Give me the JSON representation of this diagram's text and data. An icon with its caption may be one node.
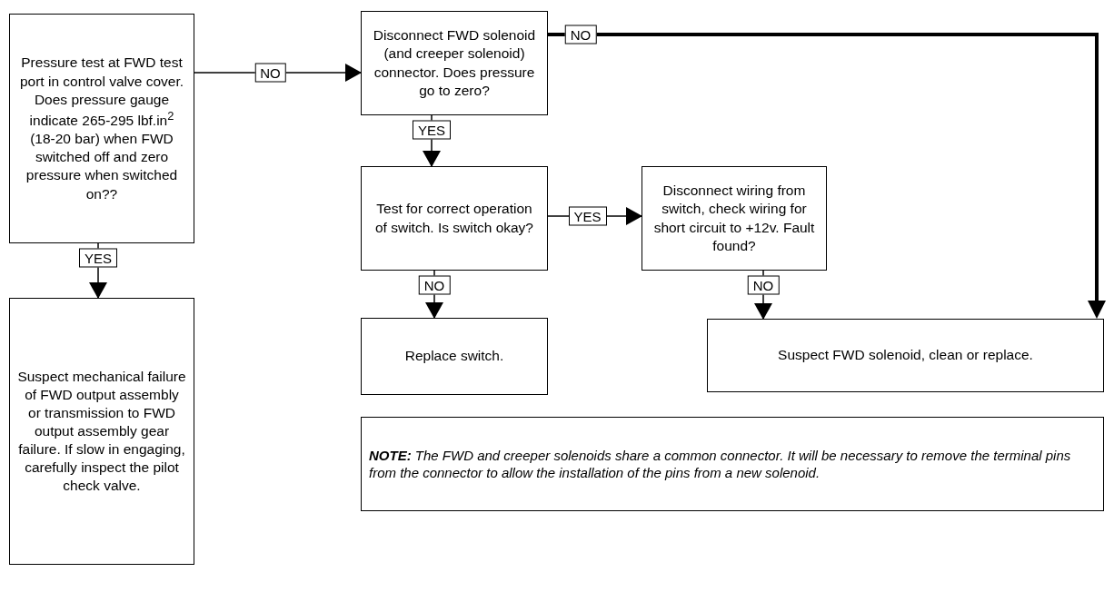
{
  "diagram": {
    "nodes": [
      {
        "text": [
          "Pressure test at FWD test port in control valve cover. Does pressure gauge indicate 265-295 lbf.in$^{2}$ (18-20 bar) when FWD switched off and zero pressure when switched on??"
        ]
      },
      {
        "text": [
          "Disconnect FWD solenoid (and creeper solenoid) connector. Does pressure go to zero?"
        ]
      },
      {
        "text": [
          "Test for correct operation of switch. Is switch okay?"
        ]
      },
      {
        "text": [
          "Disconnect wiring from switch, check wiring for short circuit to +12v. Fault found?"
        ]
      },
      {
        "text": [
          "Suspect mechanical failure of FWD output assembly or transmission to FWD output assembly gear failure. If slow in engaging, carefully inspect the pilot check valve."
        ]
      },
      {
        "text": [
          "Replace switch."
        ]
      },
      {
        "text": [
          "Suspect FWD solenoid, clean or replace."
        ]
      },
      {
        "text": [
          "**NOTE:** The FWD and creeper solenoids share a common connector. It will be necessary to remove the terminal pins from the connector to allow the installation of the pins from a new solenoid."
        ]
      }
    ],
    "edges": [
      {
        "from": 0,
        "to": 1,
        "arrow": "to",
        "label": "NO"
      },
      {
        "from": 1,
        "to": 6,
        "arrow": "to",
        "label": "NO",
        "style": "thick"
      },
      {
        "from": 1,
        "to": 2,
        "arrow": "to",
        "label": "YES"
      },
      {
        "from": 2,
        "to": 3,
        "arrow": "to",
        "label": "YES"
      },
      {
        "from": 0,
        "to": 4,
        "arrow": "to",
        "label": "YES"
      },
      {
        "from": 2,
        "to": 5,
        "arrow": "to",
        "label": "NO"
      },
      {
        "from": 3,
        "to": 6,
        "arrow": "to",
        "label": "NO"
      }
    ]
  }
}
